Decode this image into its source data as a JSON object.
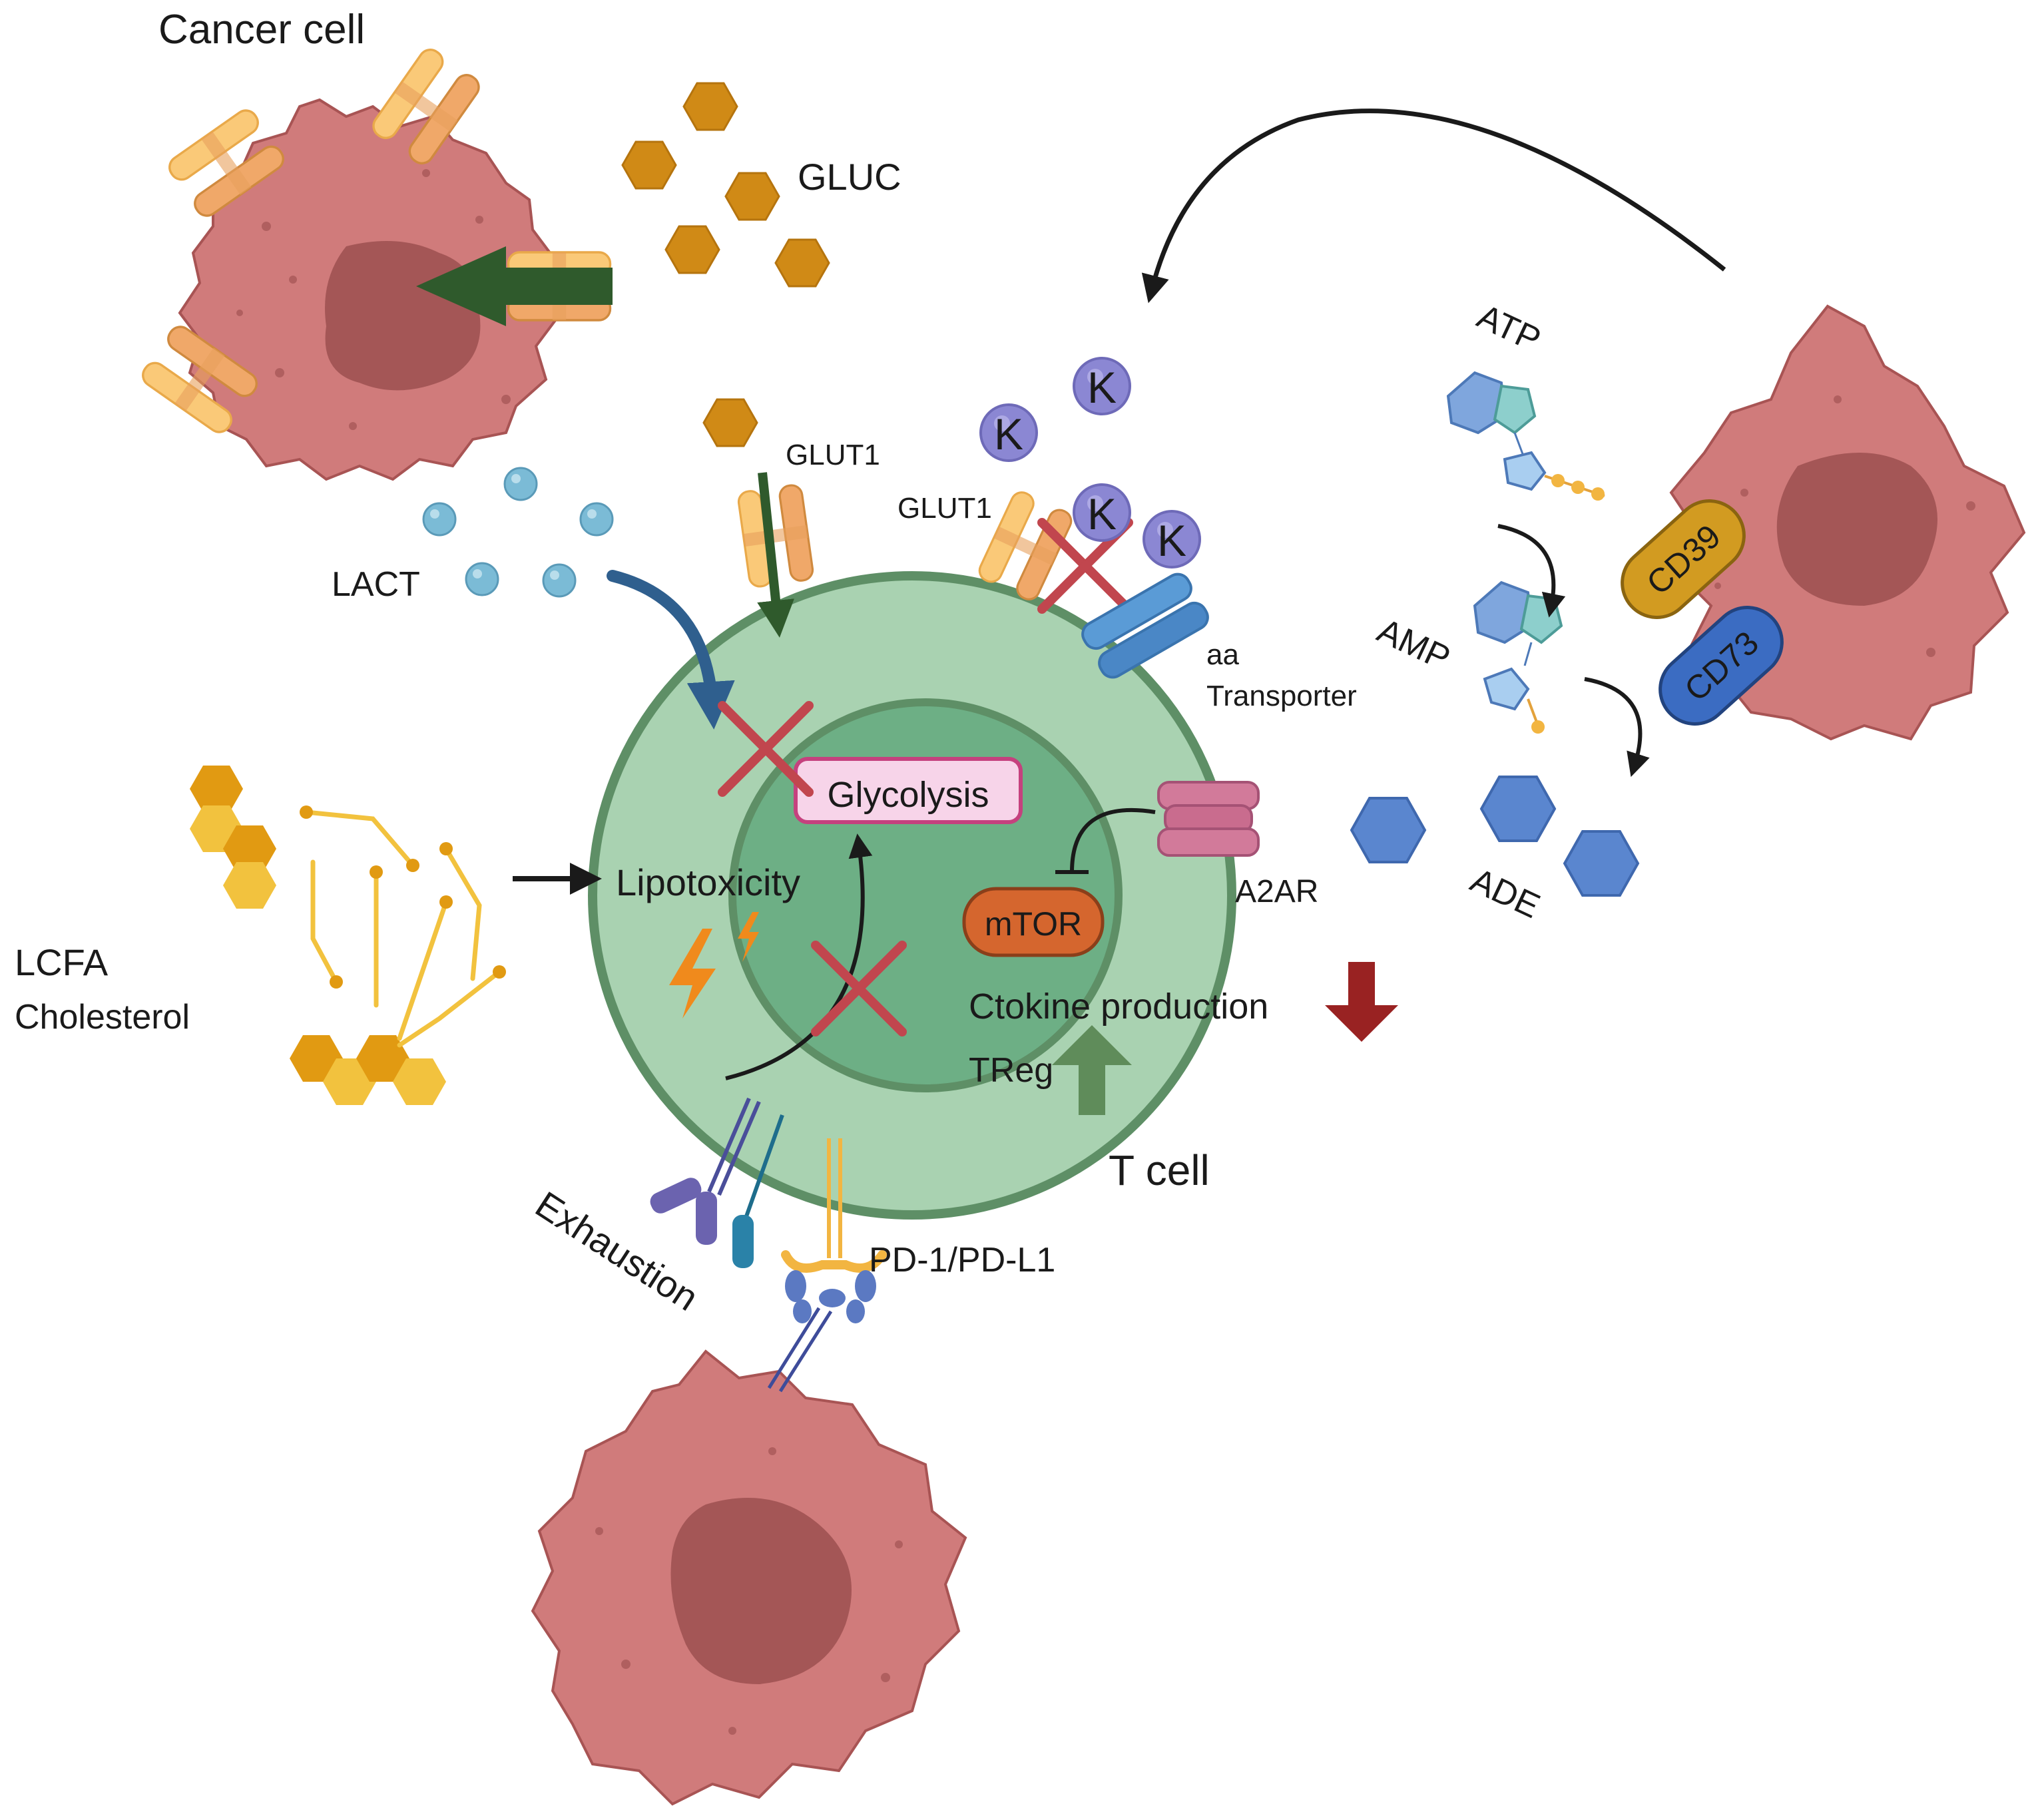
{
  "labels": {
    "cancer_cell": "Cancer cell",
    "gluc": "GLUC",
    "lact": "LACT",
    "glut1_a": "GLUT1",
    "glut1_b": "GLUT1",
    "aa_transporter_line1": "aa",
    "aa_transporter_line2": "Transporter",
    "atp": "ATP",
    "amp": "AMP",
    "ade": "ADE",
    "cd39": "CD39",
    "cd73": "CD73",
    "a2ar": "A2AR",
    "glycolysis": "Glycolysis",
    "lipotoxicity": "Lipotoxicity",
    "mtor": "mTOR",
    "cytokine_production": "Ctokine production",
    "treg": "TReg",
    "t_cell": "T cell",
    "lcfa": "LCFA",
    "cholesterol": "Cholesterol",
    "exhaustion": "Exhaustion",
    "pd1_pdl1": "PD-1/PD-L1",
    "potassium": "K"
  },
  "colors": {
    "cancer_body": "#D07B7B",
    "cancer_edge": "#A85454",
    "cancer_nucleus": "#A45656",
    "tcell_outer": "#A9D2B1",
    "tcell_inner": "#6DAF85",
    "tcell_edge": "#5E8F66",
    "glucose": "#D08A16",
    "lactate": "#7BBBD6",
    "potassium": "#8B87D3",
    "adenosine": "#5A86CF",
    "cd39": "#D29B21",
    "cd73": "#3B6CC2",
    "mtor": "#D5662E",
    "glycolysis_fill": "#F7D4E9",
    "glycolysis_edge": "#C5417E",
    "cross": "#C1464E",
    "arrow_green": "#2F5A2C",
    "arrow_red": "#992222",
    "arrow_up": "#5F8C5A",
    "lipid": "#F2C23E",
    "lipid_dark": "#E19A12"
  }
}
